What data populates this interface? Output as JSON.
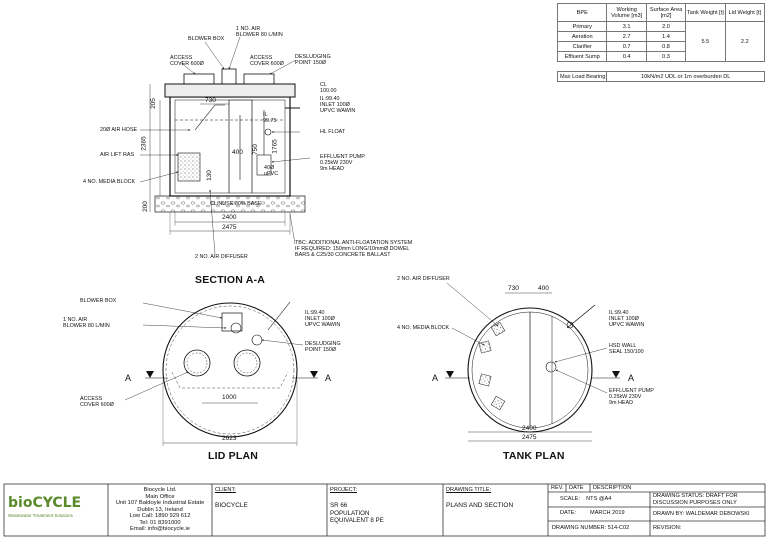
{
  "bpe_table": {
    "headers": [
      "BPE",
      "Working Volume [m3]",
      "Surface Area [m2]",
      "Tank Weight [t]",
      "Lid Weight [t]"
    ],
    "rows": [
      {
        "name": "Primary",
        "volume": "3.1",
        "area": "2.0"
      },
      {
        "name": "Aeration",
        "volume": "2.7",
        "area": "1.4"
      },
      {
        "name": "Clarifier",
        "volume": "0.7",
        "area": "0.8"
      },
      {
        "name": "Effluent Sump",
        "volume": "0.4",
        "area": "0.3"
      }
    ],
    "tank_weight": "5.5",
    "lid_weight": "2.2",
    "max_load_label": "Max Load Bearing",
    "max_load_value": "10kN/m2 UDL or 1m overburden DL"
  },
  "section": {
    "title": "SECTION A-A",
    "labels": {
      "blower_box": "BLOWER BOX",
      "air_blower": "1 NO. AIR\nBLOWER 80 L/MIN",
      "access_cover": "ACCESS\nCOVER 600Ø",
      "access_cover_2": "ACCESS\nCOVER 600Ø",
      "desludging": "DESLUDGING\nPOINT 150Ø",
      "cl": "CL\n100.00",
      "il_inlet": "IL:99.40\nINLET 100Ø\nUPVC WAWIN",
      "il_level": "IL\n99.75",
      "hl_float": "HL FLOAT",
      "air_hose": "20Ø AIR HOSE",
      "air_lift": "AIR LIFT RAS",
      "media_block": "4 NO. MEDIA BLOCK",
      "effluent_pump": "EFFLUENT PUMP\n0.25kW 230V\n9m HEAD",
      "upvc": "40Ø\nuPVC",
      "base": "CL/NUSE 80% BASE",
      "air_diffuser": "2 NO. AIR DIFFUSER",
      "tbc": "TBC: ADDITIONAL ANTI-FLOATATION SYSTEM\nIF REQUIRED: 150mm LONG/10mmØ DOWEL\nBARS & C25/30 CONCRETE BALLAST"
    },
    "dims": {
      "d730": "730",
      "d205": "205",
      "d2365": "2365",
      "d400": "400",
      "d750": "750",
      "d1765": "1765",
      "d130": "130",
      "d200": "200",
      "d2400": "2400",
      "d2475": "2475"
    }
  },
  "lid_plan": {
    "title": "LID PLAN",
    "labels": {
      "blower_box": "BLOWER BOX",
      "air_blower": "1 NO. AIR\nBLOWER 80 L/MIN",
      "il_inlet": "IL:99.40\nINLET 100Ø\nUPVC WAWIN",
      "desludging": "DESLUDGING\nPOINT 150Ø",
      "access_cover": "ACCESS\nCOVER 600Ø",
      "a_left": "A",
      "a_right": "A"
    },
    "dims": {
      "d1000": "1000",
      "d2623": "2623"
    }
  },
  "tank_plan": {
    "title": "TANK PLAN",
    "labels": {
      "air_diffuser": "2 NO. AIR DIFFUSER",
      "media_block": "4 NO. MEDIA BLOCK",
      "il_inlet": "IL:99.40\nINLET 100Ø\nUPVC WAWIN",
      "hsd_wall": "HSD WALL\nSEAL 150/100",
      "effluent_pump": "EFFLUENT PUMP\n0.25kW 230V\n9m HEAD",
      "a_left": "A",
      "a_right": "A"
    },
    "dims": {
      "d730": "730",
      "d400": "400",
      "d2400": "2400",
      "d2475": "2475"
    }
  },
  "title_block": {
    "logo_text": "bioCYCLE",
    "logo_sub": "Wastewater Treatment Solutions",
    "company": "Biocycle Ltd.\nMain Office\nUnit 107 Baldoyle Industrial Estate\nDublin 13, Ireland\nLow Call: 1890 929 612\nTel: 01 8391000\nEmail: info@biocycle.ie",
    "client_label": "CLIENT:",
    "client_value": "BIOCYCLE",
    "project_label": "PROJECT:",
    "project_value": "SR 66\nPOPULATION\nEQUIVALENT 8 PE",
    "drawing_title_label": "DRAWING TITLE:",
    "drawing_title_value": "PLANS AND SECTION",
    "rev_header": "REV.",
    "date_header": "DATE",
    "description_header": "DESCRIPTION",
    "scale": "SCALE:    NTS @A4",
    "date": "DATE:         MARCH 2019",
    "drawing_number": "DRAWING NUMBER: 514-C02",
    "status": "DRAWING STATUS: DRAFT FOR\nDISCUSSION PURPOSES ONLY",
    "drawn_by": "DRAWN BY: WALDEMAR DEBOWSKI",
    "revision": "REVISION:"
  },
  "colors": {
    "line": "#111111",
    "logo_green": "#5a8a2a",
    "grid": "#777777"
  }
}
